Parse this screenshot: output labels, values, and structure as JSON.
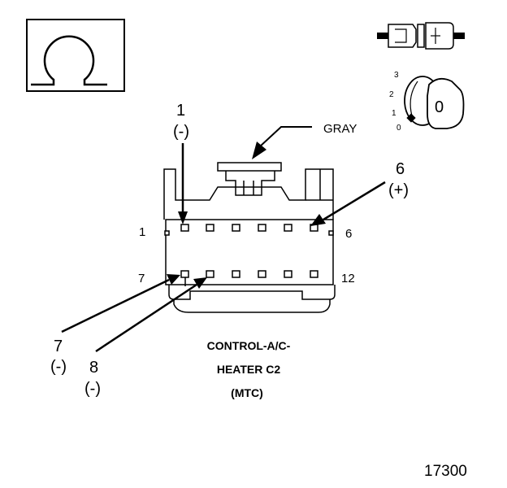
{
  "symbol": {
    "icon": "ohm-symbol-icon"
  },
  "key_switch": {
    "positions": [
      "3",
      "2",
      "1",
      "0"
    ],
    "selected": "0"
  },
  "wire_color": "GRAY",
  "pin_labels": {
    "top_left": "1",
    "top_right": "6",
    "bottom_left": "7",
    "bottom_right": "12"
  },
  "callouts": [
    {
      "pin": "1",
      "polarity": "(-)"
    },
    {
      "pin": "6",
      "polarity": "(+)"
    },
    {
      "pin": "7",
      "polarity": "(-)"
    },
    {
      "pin": "8",
      "polarity": "(-)"
    }
  ],
  "connector_name": {
    "line1": "CONTROL-A/C-",
    "line2": "HEATER C2",
    "line3": "(MTC)"
  },
  "figure_number": "17300"
}
